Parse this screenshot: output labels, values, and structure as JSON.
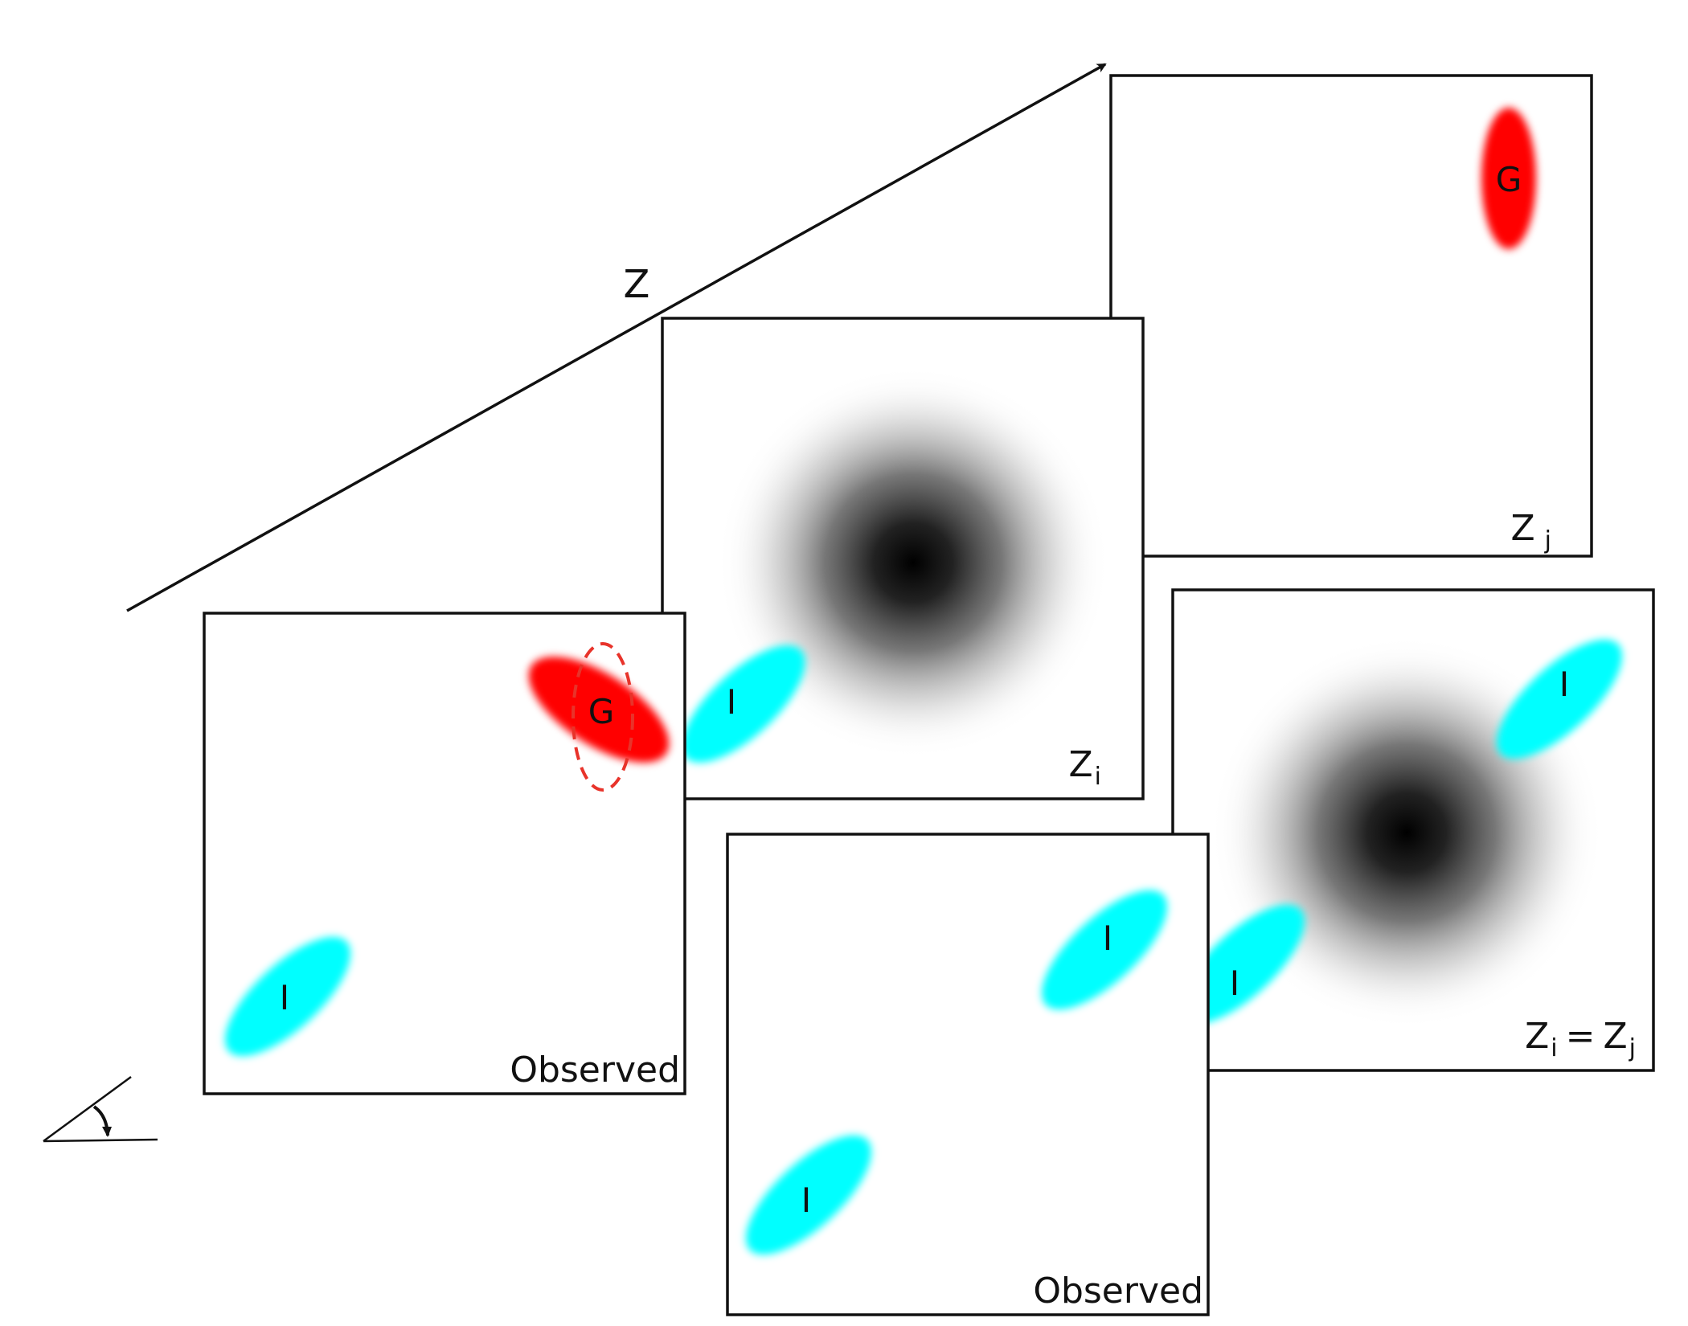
{
  "axis": {
    "label": "Z"
  },
  "panels": {
    "observed_1": {
      "caption": "Observed",
      "cyan_label": "I",
      "red_label": "G"
    },
    "zi": {
      "caption_main": "Z",
      "caption_sub": "i",
      "cyan_label": "I"
    },
    "zj": {
      "caption_main": "Z",
      "caption_sub": "j",
      "red_label": "G"
    },
    "observed_2": {
      "caption": "Observed",
      "cyan_label_1": "I",
      "cyan_label_2": "I"
    },
    "zi_eq_zj": {
      "caption_a": "Z",
      "caption_a_sub": "i",
      "caption_eq": "=",
      "caption_b": "Z",
      "caption_b_sub": "j",
      "cyan_label_1": "I",
      "cyan_label_2": "I"
    }
  },
  "colors": {
    "cyan": "#00ffff",
    "red": "#ff0000",
    "dashed_outline": "#e8332a",
    "frame": "#111111",
    "halo_center": "#000000"
  }
}
